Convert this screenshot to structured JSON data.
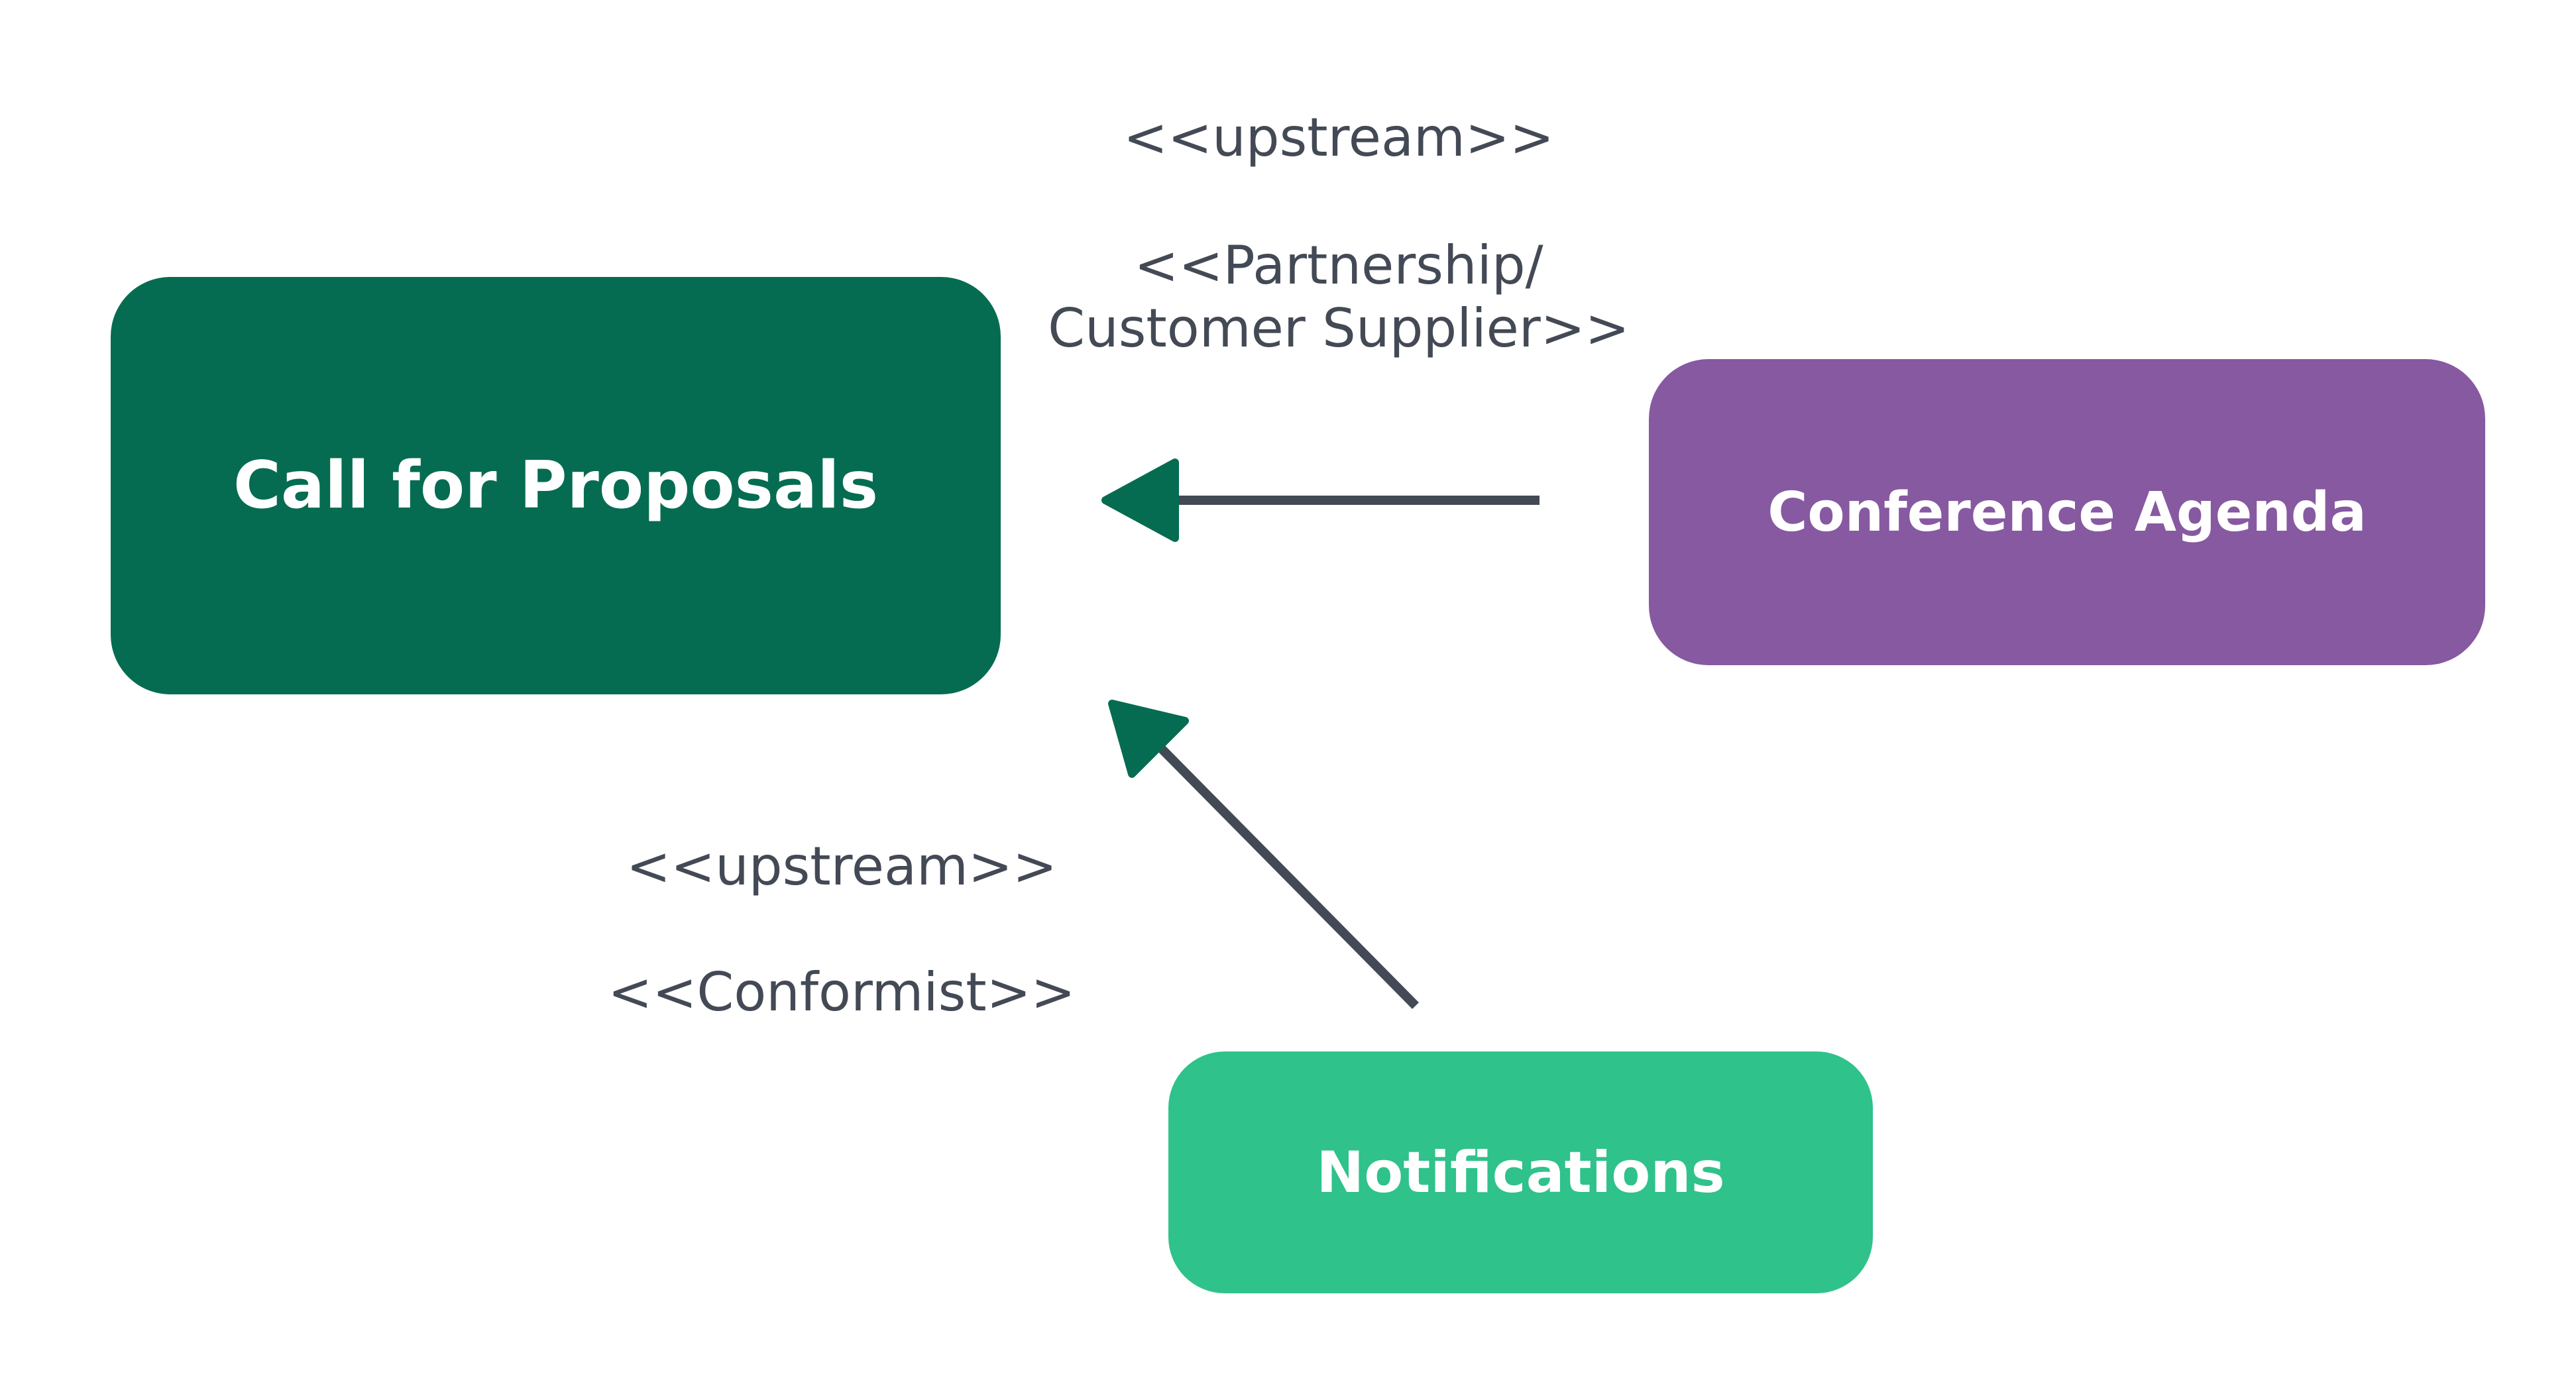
{
  "colors": {
    "call_for_proposals": "#066c51",
    "conference_agenda": "#8759a1",
    "notifications": "#2fc28b",
    "connector": "#434a55",
    "arrowhead": "#066c51",
    "label_text": "#434a55"
  },
  "contexts": {
    "call_for_proposals": "Call for Proposals",
    "conference_agenda": "Conference Agenda",
    "notifications": "Notifications"
  },
  "relationships": {
    "agenda_to_cfp": {
      "role": "<<upstream>>",
      "pattern": "<<Partnership/\nCustomer Supplier>>"
    },
    "notifications_to_cfp": {
      "role": "<<upstream>>",
      "pattern": "<<Conformist>>"
    }
  }
}
